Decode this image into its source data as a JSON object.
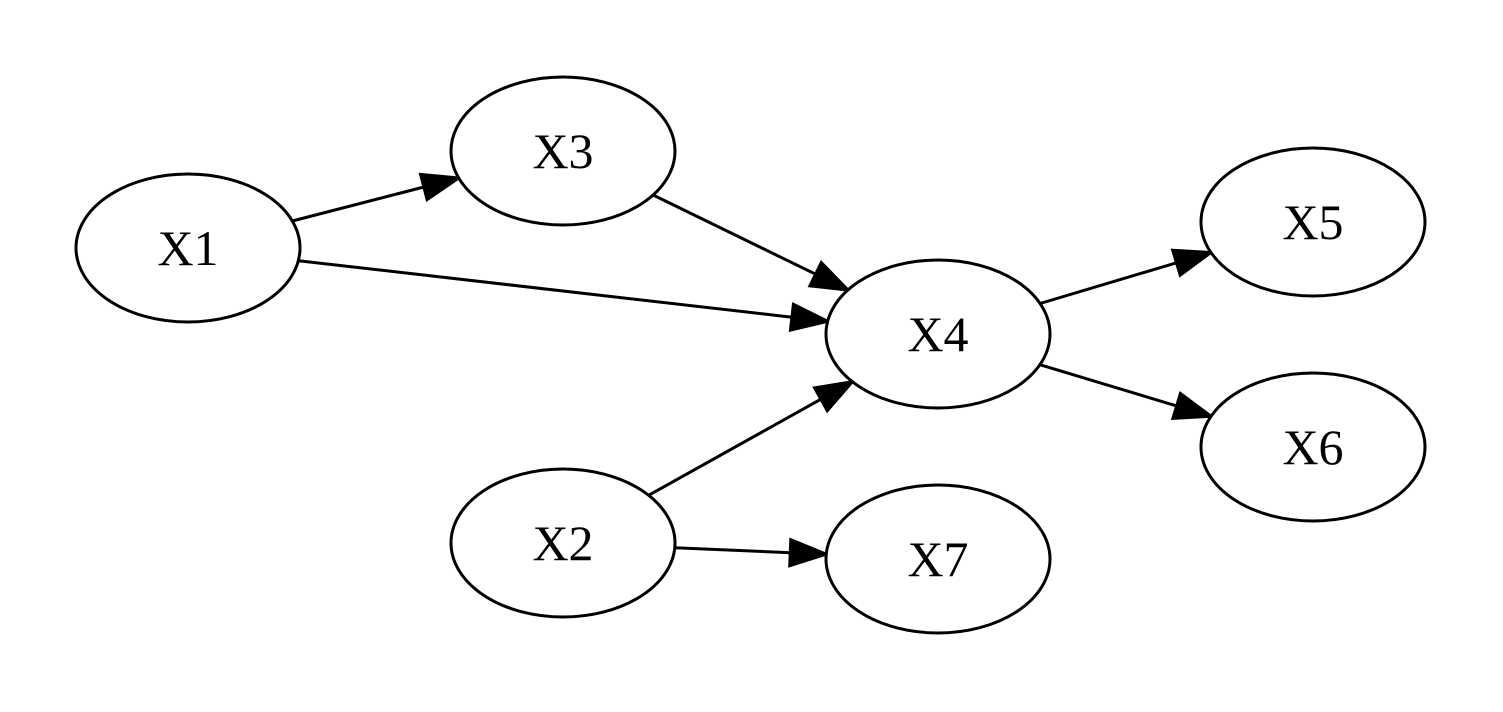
{
  "diagram": {
    "type": "directed-graph",
    "colors": {
      "stroke": "#000000",
      "fill": "#ffffff",
      "text": "#000000"
    },
    "nodes": [
      {
        "id": "X1",
        "label": "X1"
      },
      {
        "id": "X2",
        "label": "X2"
      },
      {
        "id": "X3",
        "label": "X3"
      },
      {
        "id": "X4",
        "label": "X4"
      },
      {
        "id": "X5",
        "label": "X5"
      },
      {
        "id": "X6",
        "label": "X6"
      },
      {
        "id": "X7",
        "label": "X7"
      }
    ],
    "edges": [
      {
        "from": "X1",
        "to": "X3"
      },
      {
        "from": "X1",
        "to": "X4"
      },
      {
        "from": "X3",
        "to": "X4"
      },
      {
        "from": "X2",
        "to": "X4"
      },
      {
        "from": "X2",
        "to": "X7"
      },
      {
        "from": "X4",
        "to": "X5"
      },
      {
        "from": "X4",
        "to": "X6"
      }
    ]
  }
}
